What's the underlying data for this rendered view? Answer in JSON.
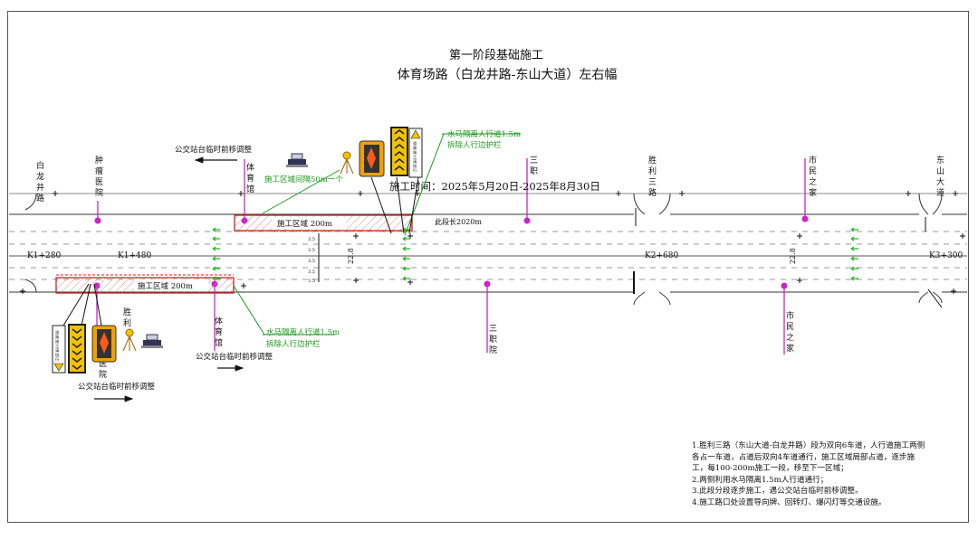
{
  "title": {
    "line1": "第一阶段基础施工",
    "line2": "体育场路（白龙井路-东山大道）左右幅"
  },
  "schedule": "施工时间：2025年5月20日-2025年8月30日",
  "section_length": "此段长2020m",
  "stations": [
    "K1+280",
    "K1+480",
    "K2+680",
    "K3+300"
  ],
  "roads": {
    "bailongjing": [
      "白",
      "龙",
      "井",
      "路"
    ],
    "shengli": [
      "胜",
      "利",
      "三",
      "路"
    ],
    "dongshan": [
      "东",
      "山",
      "大",
      "道"
    ]
  },
  "pois_top": {
    "tumor_hospital": [
      "肿",
      "瘤",
      "医",
      "院"
    ],
    "gym": [
      "体",
      "育",
      "馆"
    ],
    "sanzhi": [
      "三",
      "职"
    ],
    "shimin": [
      "市",
      "民",
      "之",
      "家"
    ]
  },
  "pois_bottom": {
    "shengli": [
      "胜",
      "利"
    ],
    "hospital": [
      "医",
      "院"
    ],
    "gym": [
      "体",
      "育",
      "馆"
    ],
    "sanzhi": [
      "三",
      "职",
      "院"
    ],
    "shimin": [
      "市",
      "民",
      "之",
      "家"
    ]
  },
  "work_zones": {
    "upper": "施工区域 200m",
    "lower": "施工区域 200m"
  },
  "annotations": {
    "interval": "施工区域间隔50m一个",
    "barrier_upper_1": "水马隔离人行道1.5m",
    "barrier_upper_2": "拆除人行边护栏",
    "barrier_lower_1": "水马隔离人行道1.5m",
    "barrier_lower_2": "拆除人行边护栏",
    "bus_top": "公交站台临时前移调整",
    "bus_mid": "公交站台临时前移调整",
    "bus_left": "公交站台临时前移调整"
  },
  "sign_text": {
    "right_sign": [
      "道",
      "路",
      "施",
      "工",
      "请",
      "绕",
      "行"
    ],
    "left_sign": [
      "道",
      "路",
      "施",
      "工",
      "请",
      "绕",
      "行"
    ]
  },
  "dimensions": {
    "lane": "3.5",
    "width_left": "22.8",
    "width_right": "22.8"
  },
  "notes": [
    "1.胜利三路（东山大道-白龙井路）段为双向6车道，人行道施工两侧各占一车道，占道后双向4车道通行，施工区域局部占道，逐步施工，每100-200m施工一段，移至下一区域；",
    "2.两侧利用水马隔离1.5m人行道通行；",
    "3.此段分段逐步施工，遇公交站台临时前移调整。",
    "4.施工路口处设置导向牌、回转灯、爆闪灯等交通设施。"
  ],
  "colors": {
    "poi_marker": "#cc22cc",
    "zone_border": "#cc2222",
    "annotation": "#1a9a1a",
    "arrow": "#22bb22",
    "sign_yellow": "#f2c200"
  }
}
